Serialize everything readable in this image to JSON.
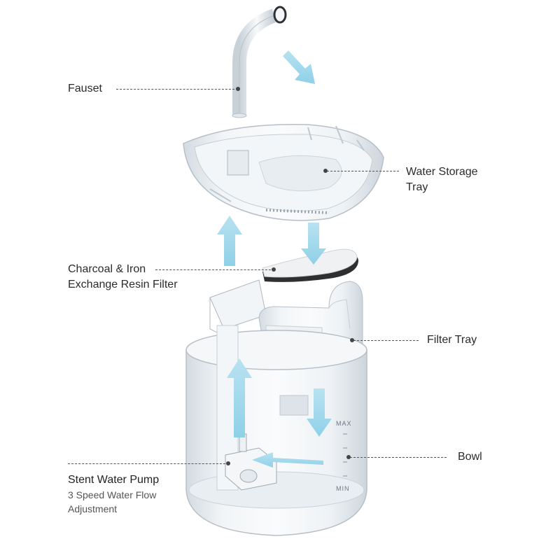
{
  "labels": {
    "faucet": "Fauset",
    "water_storage_tray": [
      "Water Storage",
      "Tray"
    ],
    "filter": [
      "Charcoal & Iron",
      "Exchange Resin Filter"
    ],
    "filter_tray": "Filter Tray",
    "bowl": "Bowl",
    "pump_title": "Stent Water Pump",
    "pump_sub": [
      "3 Speed Water Flow",
      "Adjustment"
    ]
  },
  "markers": {
    "max": "MAX",
    "min": "MIN"
  },
  "colors": {
    "arrow": "#9fd7ec",
    "arrow_dark": "#7cc7e3",
    "plastic": "#dfe5ea",
    "text": "#2b2b2b"
  }
}
